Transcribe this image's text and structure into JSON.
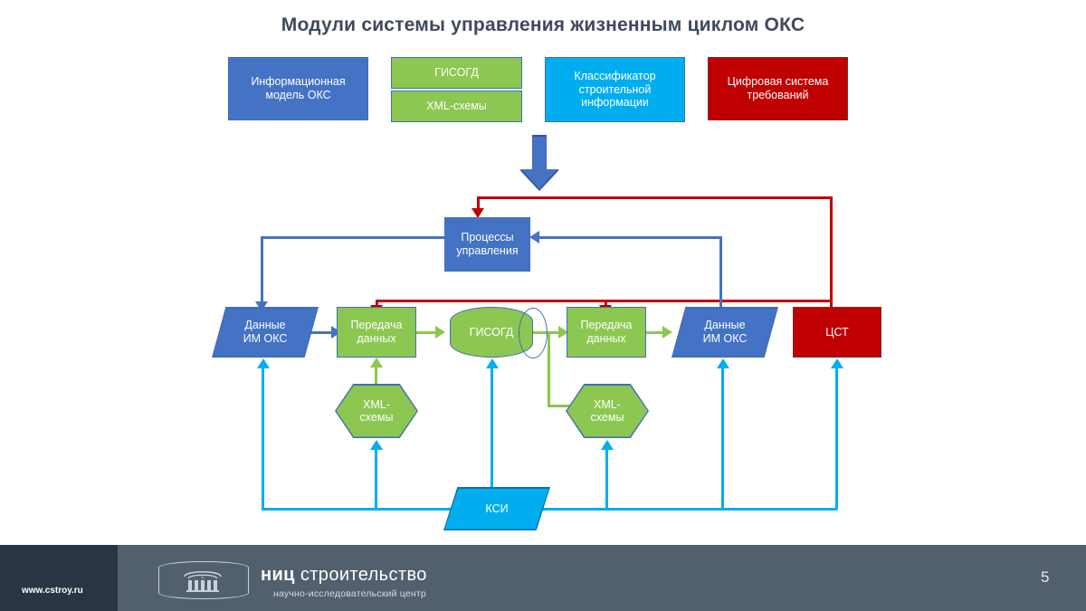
{
  "slide": {
    "title": "Модули системы управления жизненным циклом ОКС",
    "page_number": "5",
    "background": "#ffffff"
  },
  "colors": {
    "blue": "#4472C4",
    "green": "#8CC751",
    "cyan": "#00AEEF",
    "red": "#C00000",
    "title_text": "#3D4A5C",
    "footer_dark": "#2A3544",
    "footer_light": "#52606E"
  },
  "modules": [
    {
      "id": "im-oks",
      "label": "Информационная\nмодель ОКС",
      "color": "blue"
    },
    {
      "id": "gisogd",
      "label": "ГИСОГД",
      "color": "green"
    },
    {
      "id": "xml",
      "label": "XML-схемы",
      "color": "green"
    },
    {
      "id": "ksi",
      "label": "Классификатор\nстроительной\nинформации",
      "color": "cyan"
    },
    {
      "id": "cst",
      "label": "Цифровая система\nтребований",
      "color": "red"
    }
  ],
  "module_labels": {
    "info_model": "Информационная модель ОКС",
    "gisogd": "ГИСОГД",
    "xml_schemas": "XML-схемы",
    "classifier": "Классификатор строительной информации",
    "requirements": "Цифровая система требований"
  },
  "flow": {
    "control_process": "Процессы управления",
    "data_im_oks_left": "Данные\nИМ ОКС",
    "transfer_left": "Передача\nданных",
    "gisogd_store": "ГИСОГД",
    "transfer_right": "Передача\nданных",
    "data_im_oks_right": "Данные\nИМ ОКС",
    "cst": "ЦСТ",
    "xml_left": "XML-\nсхемы",
    "xml_right": "XML-\nсхемы",
    "ksi": "КСИ"
  },
  "footer": {
    "url": "www.cstroy.ru",
    "brand_bold": "ниц",
    "brand_rest": " строительство",
    "brand_sub": "научно-исследовательский центр"
  }
}
